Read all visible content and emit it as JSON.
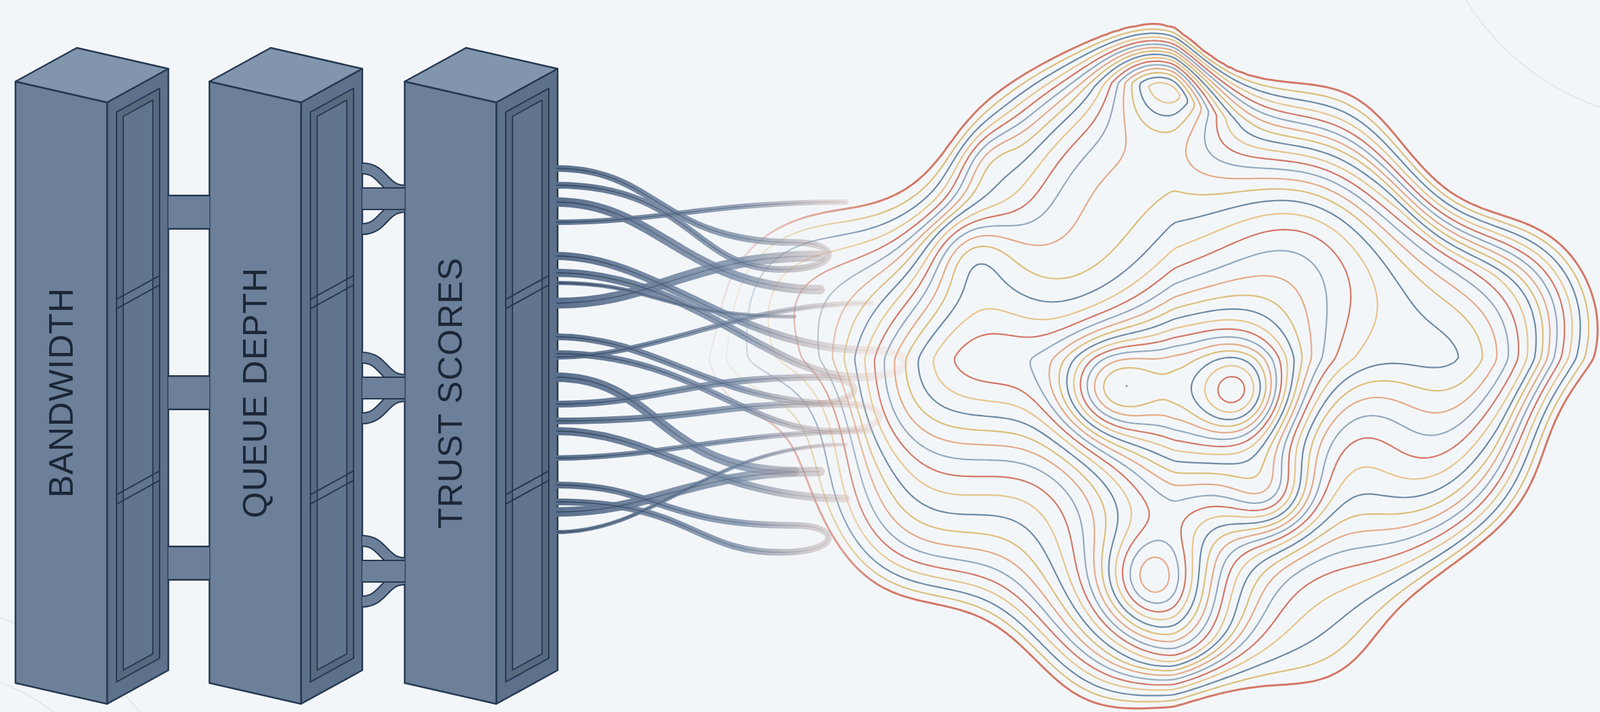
{
  "diagram": {
    "nodes": [
      {
        "text": [
          "BANDWIDTH"
        ]
      },
      {
        "text": [
          "QUEUE DEPTH"
        ]
      },
      {
        "text": [
          "TRUST SCORES"
        ]
      }
    ],
    "edges": [
      {
        "from": 0,
        "to": 1,
        "arrow": "none"
      },
      {
        "from": 0,
        "to": 1,
        "arrow": "none"
      },
      {
        "from": 0,
        "to": 1,
        "arrow": "none"
      },
      {
        "from": 1,
        "to": 2,
        "arrow": "none"
      },
      {
        "from": 1,
        "to": 2,
        "arrow": "none"
      },
      {
        "from": 1,
        "to": 2,
        "arrow": "none"
      }
    ]
  }
}
